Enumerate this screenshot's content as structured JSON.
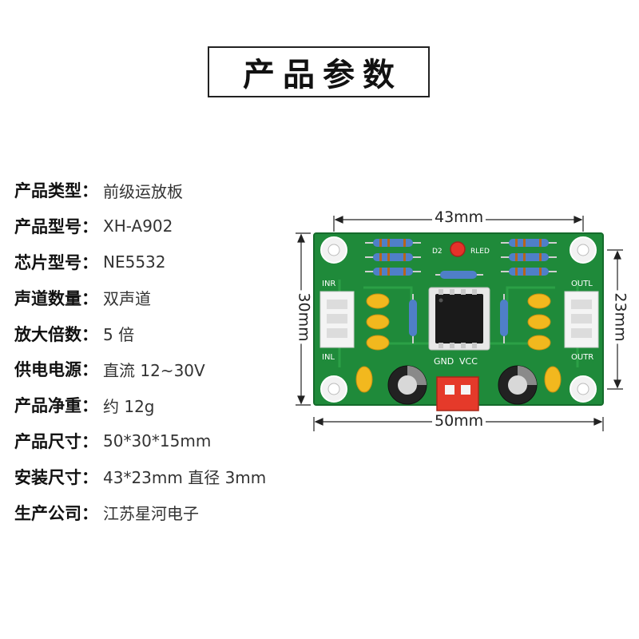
{
  "title": "产品参数",
  "specs": [
    {
      "label": "产品类型",
      "colon": "：",
      "value": "前级运放板"
    },
    {
      "label": "产品型号",
      "colon": "：",
      "value": "XH-A902"
    },
    {
      "label": "芯片型号",
      "colon": "：",
      "value": "NE5532"
    },
    {
      "label": "声道数量",
      "colon": "：",
      "value": "双声道"
    },
    {
      "label": "放大倍数",
      "colon": "：",
      "value": "5 倍"
    },
    {
      "label": "供电电源",
      "colon": "：",
      "value": "直流 12~30V"
    },
    {
      "label": "产品净重",
      "colon": "：",
      "value": "约 12g"
    },
    {
      "label": "产品尺寸",
      "colon": "：",
      "value": "50*30*15mm"
    },
    {
      "label": "安装尺寸",
      "colon": "：",
      "value": "43*23mm 直径 3mm"
    },
    {
      "label": "生产公司",
      "colon": "：",
      "value": "江苏星河电子"
    }
  ],
  "board": {
    "dim_top": "43mm",
    "dim_bottom": "50mm",
    "dim_left": "30mm",
    "dim_right": "23mm",
    "silk_inr": "INR",
    "silk_inl": "INL",
    "silk_outl": "OUTL",
    "silk_outr": "OUTR",
    "silk_gnd": "GND",
    "silk_vcc": "VCC",
    "silk_d2": "D2",
    "silk_rled": "RLED",
    "pcb_color": "#1f8a3a",
    "connector_color": "#e53a2a"
  }
}
